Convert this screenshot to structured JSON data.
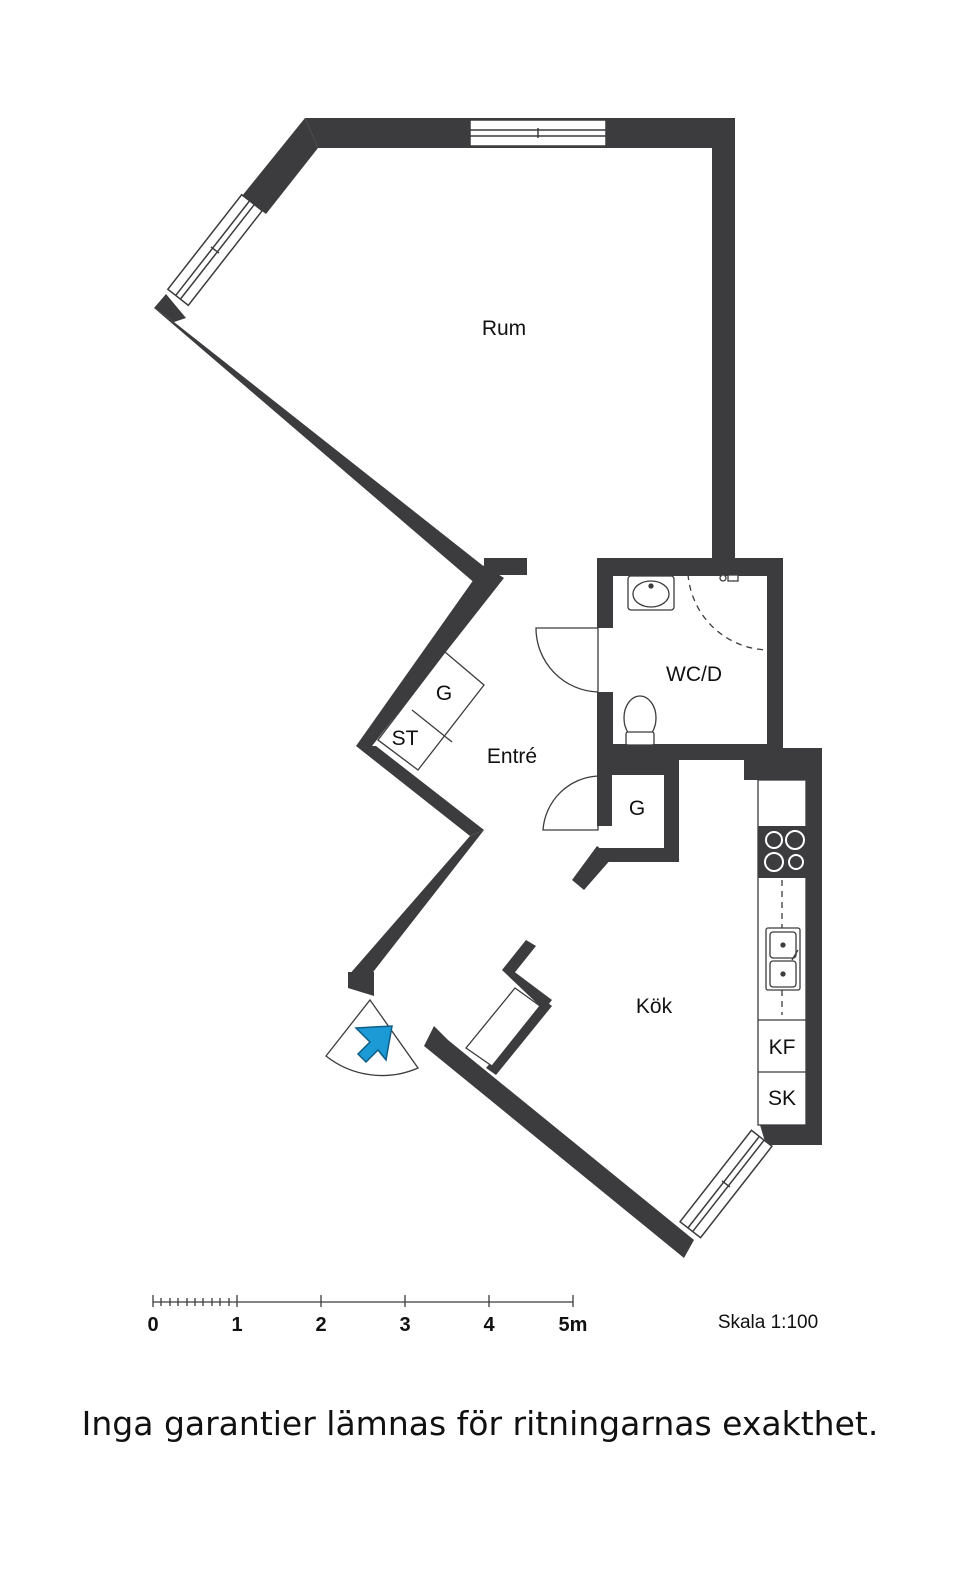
{
  "rooms": {
    "rum": "Rum",
    "wc": "WC/D",
    "entre": "Entré",
    "kok": "Kök"
  },
  "fixtures": {
    "g_entre": "G",
    "st": "ST",
    "g_closet": "G",
    "kf": "KF",
    "sk": "SK"
  },
  "scale": {
    "ticks": [
      "0",
      "1",
      "2",
      "3",
      "4",
      "5m"
    ],
    "label": "Skala 1:100"
  },
  "disclaimer": "Inga garantier lämnas för ritningarnas exakthet.",
  "colors": {
    "wall": "#3c3c3e",
    "entrance_arrow": "#1c9ad6"
  }
}
